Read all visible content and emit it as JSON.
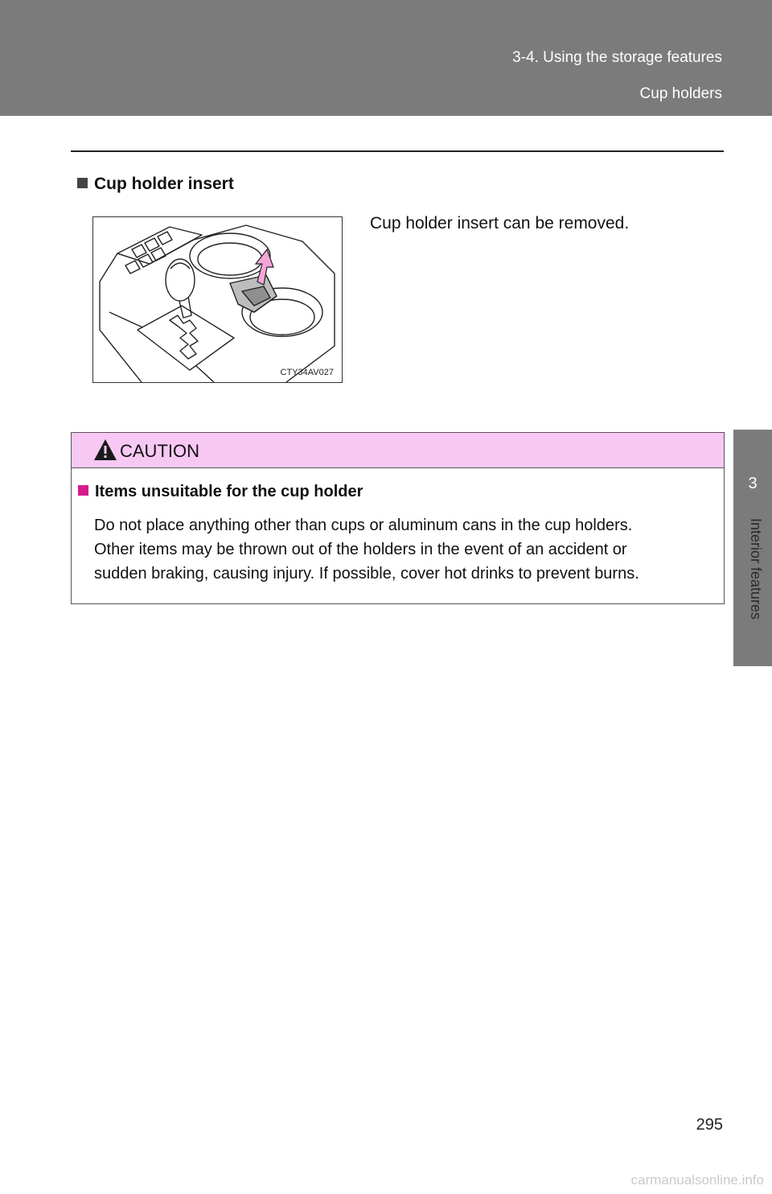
{
  "header": {
    "section": "3-4. Using the storage features",
    "topic": "Cup holders"
  },
  "side_tab": {
    "number": "3",
    "title": "Interior features"
  },
  "subheading": "Cup holder insert",
  "figure": {
    "code": "CTY34AV027",
    "caption": "Cup holder insert can be removed."
  },
  "caution": {
    "title": "CAUTION",
    "subheading": "Items unsuitable for the cup holder",
    "lines": [
      "Do not place anything other than cups or aluminum cans in the cup holders.",
      "Other items may be thrown out of the holders in the event of an accident or",
      "sudden braking, causing injury. If possible, cover hot drinks to prevent burns."
    ]
  },
  "page_number": "295",
  "watermark": "carmanualsonline.info",
  "colors": {
    "header_band": "#7b7b7b",
    "caution_band": "#f8c8f4",
    "bullet_accent": "#d81b8a"
  }
}
